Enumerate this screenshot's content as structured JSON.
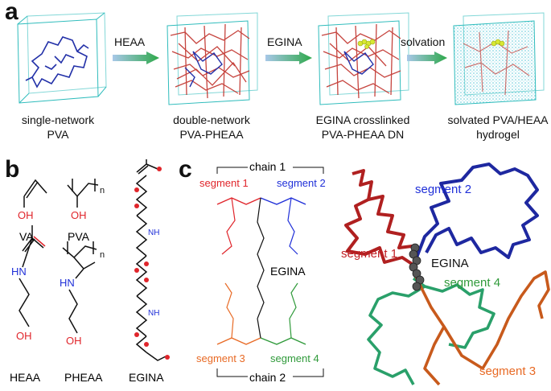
{
  "panel_a": {
    "letter": "a",
    "steps": [
      {
        "caption_line1": "single-network",
        "caption_line2": "PVA"
      },
      {
        "caption_line1": "double-network",
        "caption_line2": "PVA-PHEAA"
      },
      {
        "caption_line1": "EGINA crosslinked",
        "caption_line2": "PVA-PHEAA DN"
      },
      {
        "caption_line1": "solvated PVA/HEAA",
        "caption_line2": "hydrogel"
      }
    ],
    "arrows": [
      "HEAA",
      "EGINA",
      "solvation"
    ]
  },
  "panel_b": {
    "letter": "b",
    "molecules": [
      "VA",
      "PVA",
      "EGINA",
      "HEAA",
      "PHEAA"
    ],
    "atoms": {
      "oh": "OH",
      "hn": "HN",
      "nh": "NH",
      "n": "n"
    }
  },
  "panel_c": {
    "letter": "c",
    "chain1": "chain 1",
    "chain2": "chain 2",
    "schematic_segments": {
      "s1": "segment 1",
      "s2": "segment 2",
      "s3": "segment 3",
      "s4": "segment 4"
    },
    "crosslinker": "EGINA",
    "render_labels": {
      "s1": "segment 1",
      "s2": "segment 2",
      "s3": "segment 3",
      "s4": "segment 4",
      "egina": "EGINA"
    }
  },
  "colors": {
    "red": "#e0252b",
    "blue": "#1f2fd8",
    "orange": "#e86a25",
    "green": "#2f9a3a",
    "cube_edge": "#2fbcbc",
    "arrow": "#3aa84a"
  }
}
